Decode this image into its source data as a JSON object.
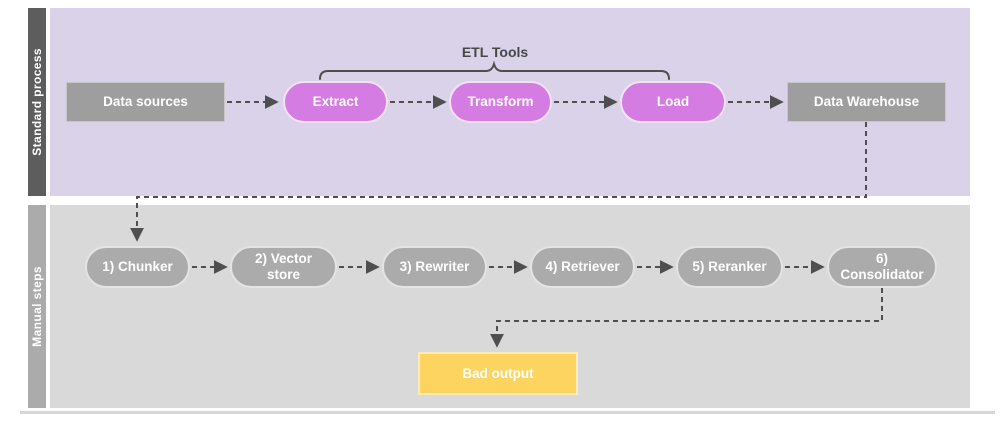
{
  "diagram": {
    "lanes": [
      {
        "label": "Standard process"
      },
      {
        "label": "Manual steps"
      }
    ],
    "standard_process": {
      "etl_tools_label": "ETL Tools",
      "data_sources": "Data sources",
      "extract": "Extract",
      "transform": "Transform",
      "load": "Load",
      "data_warehouse": "Data Warehouse"
    },
    "manual_steps": {
      "steps": [
        "1) Chunker",
        "2) Vector store",
        "3) Rewriter",
        "4) Retriever",
        "5) Reranker",
        "6) Consolidator"
      ],
      "bad_output": "Bad output"
    },
    "colors": {
      "lane_standard_bg": "#d9d2e9",
      "lane_standard_sidebar": "#5d5d5d",
      "lane_manual_bg": "#d9d9d9",
      "lane_manual_sidebar": "#ababab",
      "etl_pill_fill": "#d47ce2",
      "gray_box_fill": "#9e9e9e",
      "manual_pill_fill": "#ababab",
      "bad_output_fill": "#fdd45f",
      "connector": "#4f4f4f",
      "node_text": "#ffffff"
    }
  }
}
